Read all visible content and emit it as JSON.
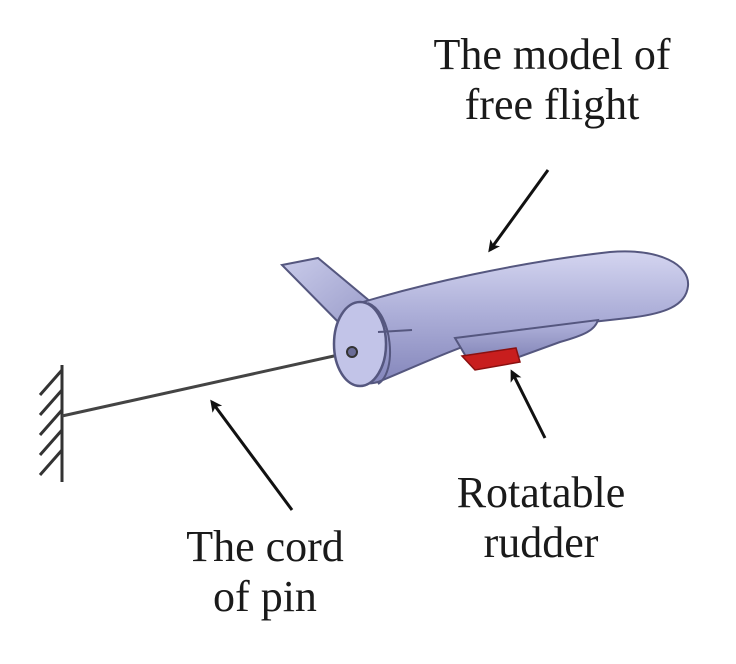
{
  "labels": {
    "model_line1": "The model of",
    "model_line2": "free flight",
    "rudder_line1": "Rotatable",
    "rudder_line2": "rudder",
    "cord_line1": "The cord",
    "cord_line2": "of pin"
  },
  "colors": {
    "fuselage": "#aeb0d9",
    "fuselage_shadow": "#8a8cbf",
    "fuselage_highlight": "#cfd0ef",
    "rudder": "#c81e1e",
    "line": "#333333"
  }
}
